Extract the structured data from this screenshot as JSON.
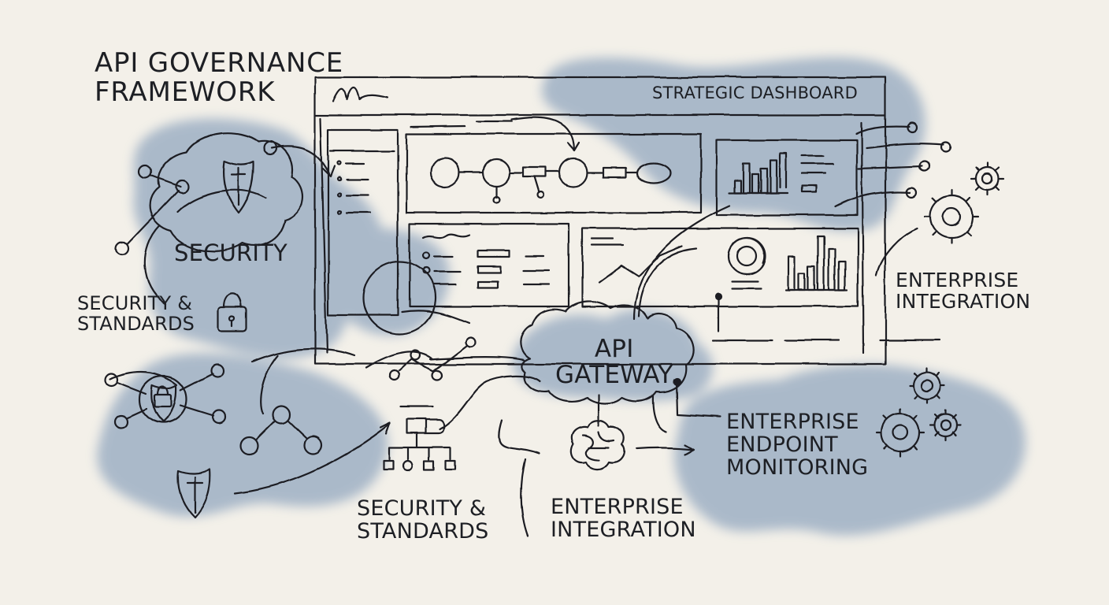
{
  "diagram": {
    "title_line1": "API GOVERNANCE",
    "title_line2": "FRAMEWORK",
    "dashboard_title": "STRATEGIC DASHBOARD",
    "security_label": "SECURITY",
    "security_standards_left_line1": "SECURITY &",
    "security_standards_left_line2": "STANDARDS",
    "enterprise_integration_right_line1": "ENTERPRISE",
    "enterprise_integration_right_line2": "INTEGRATION",
    "api_gateway_line1": "API",
    "api_gateway_line2": "GATEWAY",
    "enterprise_endpoint_line1": "ENTERPRISE",
    "enterprise_endpoint_line2": "ENDPOINT",
    "enterprise_endpoint_line3": "MONITORING",
    "security_standards_bottom_line1": "SECURITY &",
    "security_standards_bottom_line2": "STANDARDS",
    "enterprise_integration_bottom_line1": "ENTERPRISE",
    "enterprise_integration_bottom_line2": "INTEGRATION"
  },
  "colors": {
    "paper": "#f3f0e9",
    "ink": "#1d1f24",
    "wash": "#6f8db0"
  },
  "icons": [
    "shield-icon",
    "lock-icon",
    "gear-icon",
    "cloud-icon",
    "brain-icon",
    "org-chart-icon",
    "bar-chart-icon",
    "donut-chart-icon"
  ]
}
